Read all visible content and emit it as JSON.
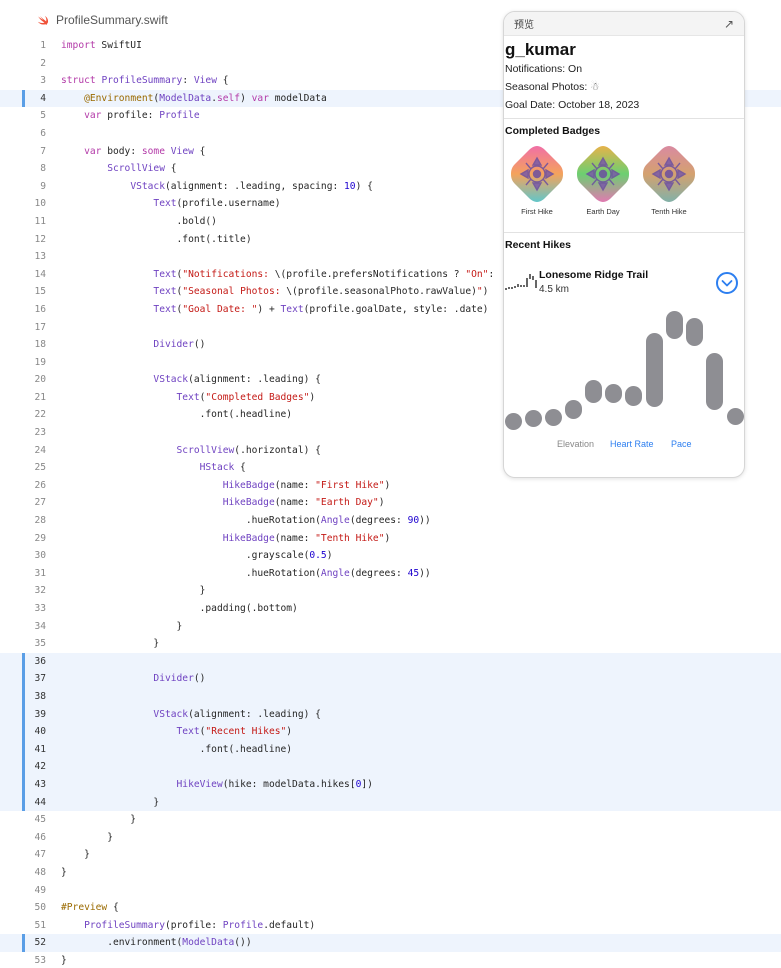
{
  "file": {
    "name": "ProfileSummary.swift",
    "icon": "swift-icon"
  },
  "lines": [
    {
      "n": "1",
      "html": "<span class='kw'>import</span> SwiftUI"
    },
    {
      "n": "2",
      "html": ""
    },
    {
      "n": "3",
      "html": "<span class='kw'>struct</span> <span class='ty'>ProfileSummary</span>: <span class='ty'>View</span> {"
    },
    {
      "n": "4",
      "html": "    <span class='at'>@Environment</span>(<span class='ty'>ModelData</span>.<span class='kw'>self</span>) <span class='kw'>var</span> modelData",
      "hl": true
    },
    {
      "n": "5",
      "html": "    <span class='kw'>var</span> profile: <span class='ty'>Profile</span>"
    },
    {
      "n": "6",
      "html": ""
    },
    {
      "n": "7",
      "html": "    <span class='kw'>var</span> body: <span class='kw'>some</span> <span class='ty'>View</span> {"
    },
    {
      "n": "8",
      "html": "        <span class='ty'>ScrollView</span> {"
    },
    {
      "n": "9",
      "html": "            <span class='ty'>VStack</span>(alignment: .leading, spacing: <span class='nu'>10</span>) {"
    },
    {
      "n": "10",
      "html": "                <span class='ty'>Text</span>(profile.username)"
    },
    {
      "n": "11",
      "html": "                    .bold()"
    },
    {
      "n": "12",
      "html": "                    .font(.title)"
    },
    {
      "n": "13",
      "html": ""
    },
    {
      "n": "14",
      "html": "                <span class='ty'>Text</span>(<span class='st'>\"Notifications: </span>\\(profile.prefersNotifications ? <span class='st'>\"On\"</span>:"
    },
    {
      "n": "15",
      "html": "                <span class='ty'>Text</span>(<span class='st'>\"Seasonal Photos: </span>\\(profile.seasonalPhoto.rawValue)<span class='st'>\"</span>)"
    },
    {
      "n": "16",
      "html": "                <span class='ty'>Text</span>(<span class='st'>\"Goal Date: \"</span>) + <span class='ty'>Text</span>(profile.goalDate, style: .date)"
    },
    {
      "n": "17",
      "html": ""
    },
    {
      "n": "18",
      "html": "                <span class='ty'>Divider</span>()"
    },
    {
      "n": "19",
      "html": ""
    },
    {
      "n": "20",
      "html": "                <span class='ty'>VStack</span>(alignment: .leading) {"
    },
    {
      "n": "21",
      "html": "                    <span class='ty'>Text</span>(<span class='st'>\"Completed Badges\"</span>)"
    },
    {
      "n": "22",
      "html": "                        .font(.headline)"
    },
    {
      "n": "23",
      "html": ""
    },
    {
      "n": "24",
      "html": "                    <span class='ty'>ScrollView</span>(.horizontal) {"
    },
    {
      "n": "25",
      "html": "                        <span class='ty'>HStack</span> {"
    },
    {
      "n": "26",
      "html": "                            <span class='ty'>HikeBadge</span>(name: <span class='st'>\"First Hike\"</span>)"
    },
    {
      "n": "27",
      "html": "                            <span class='ty'>HikeBadge</span>(name: <span class='st'>\"Earth Day\"</span>)"
    },
    {
      "n": "28",
      "html": "                                .hueRotation(<span class='ty'>Angle</span>(degrees: <span class='nu'>90</span>))"
    },
    {
      "n": "29",
      "html": "                            <span class='ty'>HikeBadge</span>(name: <span class='st'>\"Tenth Hike\"</span>)"
    },
    {
      "n": "30",
      "html": "                                .grayscale(<span class='nu'>0.5</span>)"
    },
    {
      "n": "31",
      "html": "                                .hueRotation(<span class='ty'>Angle</span>(degrees: <span class='nu'>45</span>))"
    },
    {
      "n": "32",
      "html": "                        }"
    },
    {
      "n": "33",
      "html": "                        .padding(.bottom)"
    },
    {
      "n": "34",
      "html": "                    }"
    },
    {
      "n": "35",
      "html": "                }"
    },
    {
      "n": "36",
      "html": "",
      "hl": true
    },
    {
      "n": "37",
      "html": "                <span class='ty'>Divider</span>()",
      "hl": true
    },
    {
      "n": "38",
      "html": "",
      "hl": true
    },
    {
      "n": "39",
      "html": "                <span class='ty'>VStack</span>(alignment: .leading) {",
      "hl": true
    },
    {
      "n": "40",
      "html": "                    <span class='ty'>Text</span>(<span class='st'>\"Recent Hikes\"</span>)",
      "hl": true
    },
    {
      "n": "41",
      "html": "                        .font(.headline)",
      "hl": true
    },
    {
      "n": "42",
      "html": "",
      "hl": true
    },
    {
      "n": "43",
      "html": "                    <span class='ty'>HikeView</span>(hike: modelData.hikes[<span class='nu'>0</span>])",
      "hl": true
    },
    {
      "n": "44",
      "html": "                }",
      "hl": true
    },
    {
      "n": "45",
      "html": "            }"
    },
    {
      "n": "46",
      "html": "        }"
    },
    {
      "n": "47",
      "html": "    }"
    },
    {
      "n": "48",
      "html": "}"
    },
    {
      "n": "49",
      "html": ""
    },
    {
      "n": "50",
      "html": "<span class='at'>#Preview</span> {"
    },
    {
      "n": "51",
      "html": "    <span class='ty'>ProfileSummary</span>(profile: <span class='ty'>Profile</span>.default)"
    },
    {
      "n": "52",
      "html": "        .environment(<span class='ty'>ModelData</span>())",
      "hl": true
    },
    {
      "n": "53",
      "html": "}"
    }
  ],
  "preview": {
    "title": "预览",
    "expand_icon": "↗",
    "username": "g_kumar",
    "notifications": "Notifications: On",
    "seasonal_photos": "Seasonal Photos: ",
    "seasonal_icon": "☃",
    "goal_date": "Goal Date: October 18, 2023",
    "completed_badges": "Completed Badges",
    "badges": [
      {
        "name": "First Hike",
        "color_a": "#f06fa6",
        "color_b": "#f4a35c",
        "color_c": "#62c6c9"
      },
      {
        "name": "Earth Day",
        "color_a": "#e6b24a",
        "color_b": "#6ccf71",
        "color_c": "#e07ab1"
      },
      {
        "name": "Tenth Hike",
        "color_a": "#d98aa1",
        "color_b": "#d4a16f",
        "color_c": "#82b1a8"
      }
    ],
    "recent_hikes": "Recent Hikes",
    "hike": {
      "name": "Lonesome Ridge Trail",
      "distance": "4.5 km"
    },
    "tabs": [
      {
        "label": "Elevation",
        "active": false
      },
      {
        "label": "Heart Rate",
        "active": true
      },
      {
        "label": "Pace",
        "active": true
      }
    ]
  }
}
